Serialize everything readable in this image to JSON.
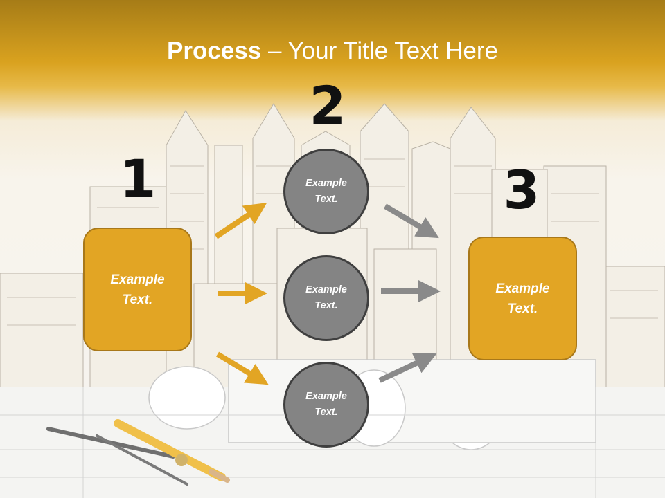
{
  "slide": {
    "title_bold": "Process",
    "title_rest": " – Your Title Text Here"
  },
  "steps": {
    "one": {
      "number": "1",
      "text_line1": "Example",
      "text_line2": "Text."
    },
    "two": {
      "number": "2"
    },
    "three": {
      "number": "3",
      "text_line1": "Example",
      "text_line2": "Text."
    }
  },
  "circles": [
    {
      "text_line1": "Example",
      "text_line2": "Text."
    },
    {
      "text_line1": "Example",
      "text_line2": "Text."
    },
    {
      "text_line1": "Example",
      "text_line2": "Text."
    }
  ],
  "colors": {
    "accent_gold": "#e2a524",
    "circle_gray": "#848484",
    "arrow_gold": "#e2a524",
    "arrow_gray": "#8a8a8a"
  }
}
